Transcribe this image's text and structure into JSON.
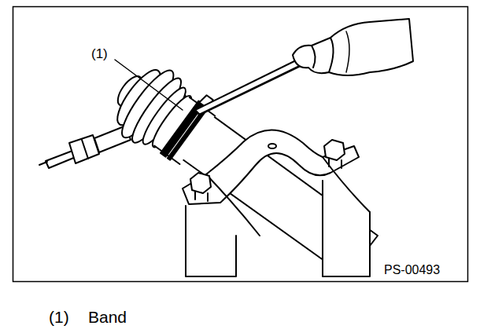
{
  "diagram": {
    "labels": [
      "(1)",
      "PS-00493",
      "(1)",
      "Band"
    ]
  }
}
